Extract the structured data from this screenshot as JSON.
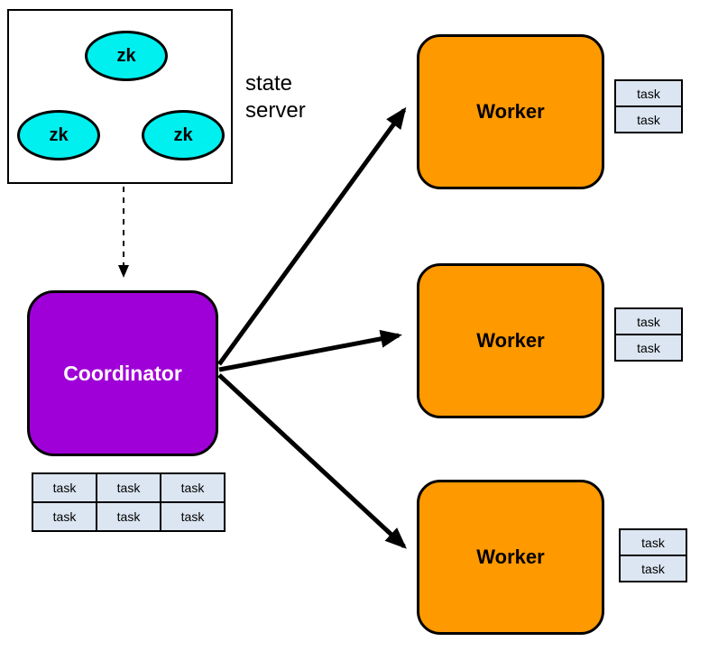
{
  "diagram": {
    "title": "coordinator-worker-architecture",
    "state_server": {
      "label": "state\nserver",
      "nodes": [
        {
          "label": "zk"
        },
        {
          "label": "zk"
        },
        {
          "label": "zk"
        }
      ]
    },
    "coordinator": {
      "label": "Coordinator",
      "task_queue": [
        "task",
        "task",
        "task",
        "task",
        "task",
        "task"
      ]
    },
    "workers": [
      {
        "label": "Worker",
        "tasks": [
          "task",
          "task"
        ]
      },
      {
        "label": "Worker",
        "tasks": [
          "task",
          "task"
        ]
      },
      {
        "label": "Worker",
        "tasks": [
          "task",
          "task"
        ]
      }
    ],
    "colors": {
      "canvas_bg": "#ffffff",
      "zk_fill": "#00efef",
      "coordinator_fill": "#a000d8",
      "worker_fill": "#ff9900",
      "task_fill": "#dce6f2",
      "line": "#000000"
    }
  }
}
